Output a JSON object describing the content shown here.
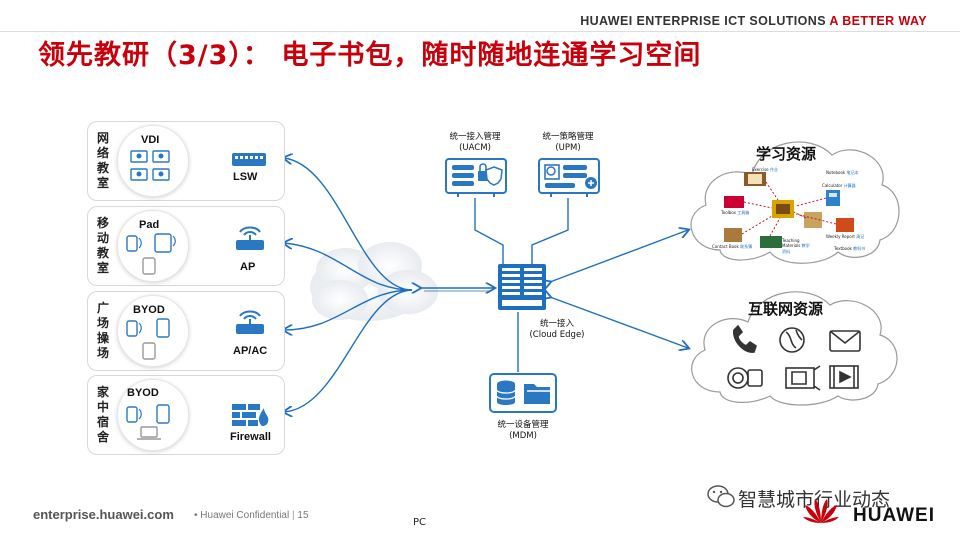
{
  "header": {
    "company": "HUAWEI ENTERPRISE ICT SOLUTIONS",
    "tagline": "A BETTER WAY"
  },
  "title": "领先教研（3/3）： 电子书包，随时随地连通学习空间",
  "panels": [
    {
      "label": "网络教室",
      "device": "VDI",
      "network": "LSW"
    },
    {
      "label": "移动教室",
      "device": "Pad",
      "network": "AP"
    },
    {
      "label": "广场操场",
      "device": "BYOD",
      "network": "AP/AC"
    },
    {
      "label": "家中宿舍",
      "device": "BYOD",
      "network": "Firewall"
    }
  ],
  "uacm": {
    "name": "统一接入管理",
    "abbr": "(UACM)"
  },
  "upm": {
    "name": "统一策略管理",
    "abbr": "(UPM)"
  },
  "edge": {
    "name": "统一接入",
    "abbr": "(Cloud Edge)"
  },
  "mdm": {
    "name": "统一设备管理",
    "abbr": "(MDM)"
  },
  "learning": {
    "title": "学习资源",
    "items": [
      "Notebook",
      "Exercise",
      "Calculator",
      "Toolbox",
      "Contact Book",
      "Teaching Materials",
      "Weekly Report",
      "Textbook"
    ],
    "items_cn": [
      "笔记本",
      "作业",
      "计算器",
      "工具箱",
      "联系簿",
      "教学资料",
      "周记",
      "教科书"
    ]
  },
  "internet": {
    "title": "互联网资源"
  },
  "footer": {
    "site": "enterprise.huawei.com",
    "confidential": "• Huawei Confidential",
    "page": "15"
  },
  "pc_label": "PC",
  "watermark": "智慧城市行业动态",
  "logo": "HUAWEI",
  "colors": {
    "accent": "#c7000b",
    "blue": "#1f6fbf",
    "icon": "#2b78c2"
  }
}
